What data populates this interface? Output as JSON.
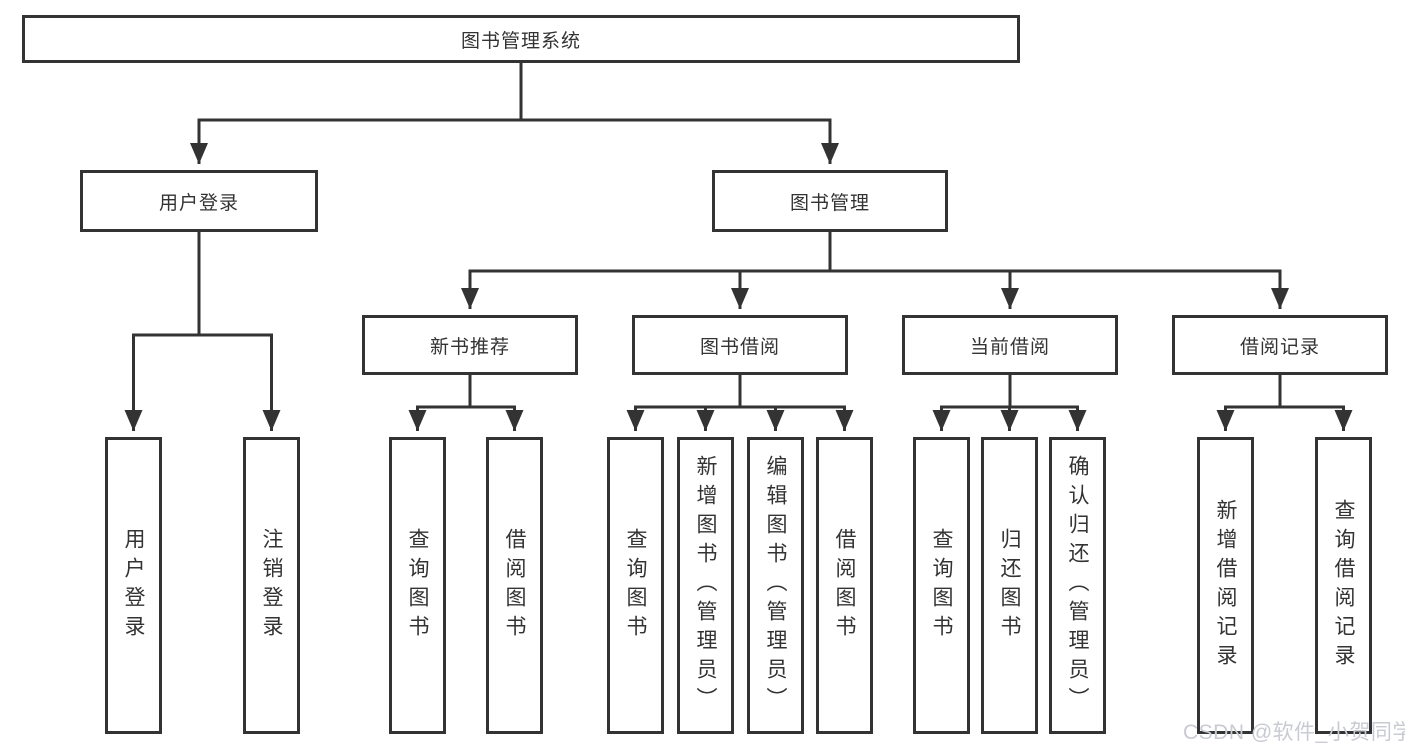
{
  "colors": {
    "line": "#333333",
    "text": "#333333",
    "watermark": "#c8cbd2",
    "bg": "#ffffff"
  },
  "root": {
    "label": "图书管理系统"
  },
  "level2": [
    {
      "label": "用户登录"
    },
    {
      "label": "图书管理"
    }
  ],
  "level3": [
    {
      "label": "新书推荐",
      "parent": "图书管理"
    },
    {
      "label": "图书借阅",
      "parent": "图书管理"
    },
    {
      "label": "当前借阅",
      "parent": "图书管理"
    },
    {
      "label": "借阅记录",
      "parent": "图书管理"
    }
  ],
  "leaves": [
    {
      "label": "用户登录",
      "parent": "用户登录"
    },
    {
      "label": "注销登录",
      "parent": "用户登录"
    },
    {
      "label": "查询图书",
      "parent": "新书推荐"
    },
    {
      "label": "借阅图书",
      "parent": "新书推荐"
    },
    {
      "label": "查询图书",
      "parent": "图书借阅"
    },
    {
      "label": "新增图书（管理员）",
      "parent": "图书借阅"
    },
    {
      "label": "编辑图书（管理员）",
      "parent": "图书借阅"
    },
    {
      "label": "借阅图书",
      "parent": "图书借阅"
    },
    {
      "label": "查询图书",
      "parent": "当前借阅"
    },
    {
      "label": "归还图书",
      "parent": "当前借阅"
    },
    {
      "label": "确认归还（管理员）",
      "parent": "当前借阅"
    },
    {
      "label": "新增借阅记录",
      "parent": "借阅记录"
    },
    {
      "label": "查询借阅记录",
      "parent": "借阅记录"
    }
  ],
  "watermark": {
    "text": "CSDN @软件_小贺同学"
  }
}
